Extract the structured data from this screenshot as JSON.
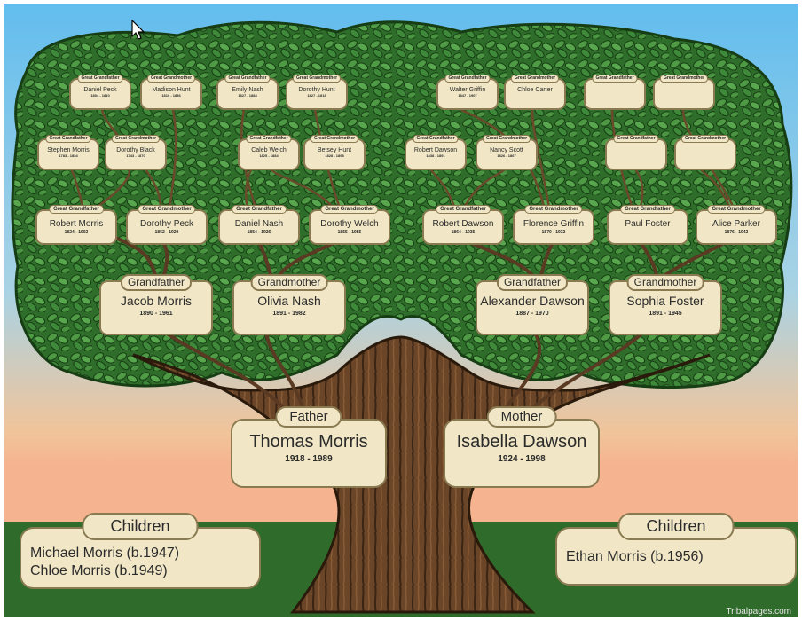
{
  "tree": {
    "great_great_grandparents": [
      {
        "role": "Great Grandfather",
        "name": "Daniel Peck",
        "years": "1804 - 1810"
      },
      {
        "role": "Great Grandmother",
        "name": "Madison Hunt",
        "years": "1810 - 1836"
      },
      {
        "role": "Great Grandfather",
        "name": "Emily Nash",
        "years": "1827 - 1884"
      },
      {
        "role": "Great Grandmother",
        "name": "Dorothy Hunt",
        "years": "1827 - 1818"
      },
      {
        "role": "Great Grandfather",
        "name": "Walter Griffin",
        "years": "1847 - 1907"
      },
      {
        "role": "Great Grandmother",
        "name": "Chloe Carter",
        "years": ""
      },
      {
        "role": "Great Grandfather",
        "name": "",
        "years": ""
      },
      {
        "role": "Great Grandmother",
        "name": "",
        "years": ""
      },
      {
        "role": "Great Grandfather",
        "name": "Stephen Morris",
        "years": "1783 - 1854"
      },
      {
        "role": "Great Grandmother",
        "name": "Dorothy Black",
        "years": "1743 - 1870"
      },
      {
        "role": "Great Grandfather",
        "name": "Caleb Welch",
        "years": "1825 - 1884"
      },
      {
        "role": "Great Grandmother",
        "name": "Betsey Hunt",
        "years": "1828 - 1898"
      },
      {
        "role": "Great Grandfather",
        "name": "Robert Dawson",
        "years": "1838 - 1891"
      },
      {
        "role": "Great Grandmother",
        "name": "Nancy Scott",
        "years": "1826 - 1867"
      },
      {
        "role": "Great Grandfather",
        "name": "",
        "years": ""
      },
      {
        "role": "Great Grandmother",
        "name": "",
        "years": ""
      }
    ],
    "great_grandparents": [
      {
        "role": "Great Grandfather",
        "name": "Robert Morris",
        "years": "1824 - 1902"
      },
      {
        "role": "Great Grandmother",
        "name": "Dorothy Peck",
        "years": "1852 - 1929"
      },
      {
        "role": "Great Grandfather",
        "name": "Daniel Nash",
        "years": "1854 - 1926"
      },
      {
        "role": "Great Grandmother",
        "name": "Dorothy Welch",
        "years": "1855 - 1955"
      },
      {
        "role": "Great Grandfather",
        "name": "Robert Dawson",
        "years": "1864 - 1935"
      },
      {
        "role": "Great Grandmother",
        "name": "Florence Griffin",
        "years": "1870 - 1932"
      },
      {
        "role": "Great Grandfather",
        "name": "Paul Foster",
        "years": ""
      },
      {
        "role": "Great Grandmother",
        "name": "Alice Parker",
        "years": "1876 - 1942"
      }
    ],
    "grandparents": [
      {
        "role": "Grandfather",
        "name": "Jacob Morris",
        "years": "1890 - 1961"
      },
      {
        "role": "Grandmother",
        "name": "Olivia Nash",
        "years": "1891 - 1982"
      },
      {
        "role": "Grandfather",
        "name": "Alexander Dawson",
        "years": "1887 - 1970"
      },
      {
        "role": "Grandmother",
        "name": "Sophia Foster",
        "years": "1891 - 1945"
      }
    ],
    "parents": [
      {
        "role": "Father",
        "name": "Thomas Morris",
        "years": "1918 - 1989"
      },
      {
        "role": "Mother",
        "name": "Isabella Dawson",
        "years": "1924 - 1998"
      }
    ],
    "children_groups": [
      {
        "title": "Children",
        "members": [
          "Michael Morris (b.1947)",
          "Chloe Morris (b.1949)"
        ]
      },
      {
        "title": "Children",
        "members": [
          "Ethan Morris (b.1956)"
        ]
      }
    ]
  },
  "credit": "Tribalpages.com",
  "colors": {
    "sky_top": "#5eb8e8",
    "sky_bottom": "#f0d6a0",
    "ground": "#2f6b2a",
    "leaf": "#3f8a3a",
    "leaf_dark": "#1f4f1c",
    "trunk": "#5a3a22",
    "card": "#f1e7c6",
    "card_border": "#8a7a52"
  },
  "icons": [
    "mouse-pointer-icon"
  ]
}
